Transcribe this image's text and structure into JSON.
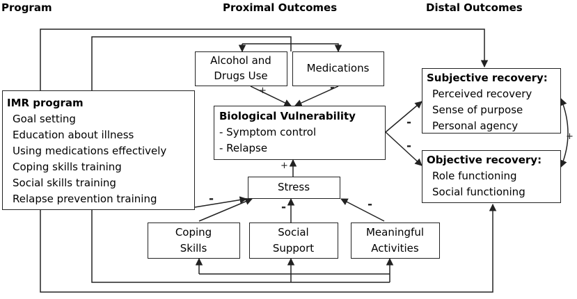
{
  "headers": {
    "program": "Program",
    "proximal": "Proximal Outcomes",
    "distal": "Distal Outcomes"
  },
  "program_box": {
    "title": "IMR program",
    "items": [
      "Goal setting",
      "Education about illness",
      "Using medications effectively",
      "Coping skills  training",
      "Social skills  training",
      "Relapse prevention training"
    ]
  },
  "alcohol": {
    "line1": "Alcohol and",
    "line2": "Drugs Use"
  },
  "medications": {
    "label": "Medications"
  },
  "bio": {
    "title": "Biological Vulnerability",
    "items": [
      "- Symptom control",
      "- Relapse"
    ]
  },
  "stress": {
    "label": "Stress"
  },
  "coping": {
    "line1": "Coping",
    "line2": "Skills"
  },
  "social": {
    "line1": "Social",
    "line2": "Support"
  },
  "meaningful": {
    "line1": "Meaningful",
    "line2": "Activities"
  },
  "subjective": {
    "title": "Subjective recovery:",
    "items": [
      "Perceived recovery",
      "Sense of purpose",
      "Personal agency"
    ]
  },
  "objective": {
    "title": "Objective recovery:",
    "items": [
      "Role  functioning",
      "Social  functioning"
    ]
  },
  "signs": {
    "alcohol_to_bio": "+",
    "meds_to_bio": "-",
    "stress_to_bio": "+",
    "program_to_stress": "-",
    "social_to_stress": "-",
    "meaningful_to_stress": "-",
    "bio_to_subjective": "-",
    "bio_to_objective": "-",
    "subjective_objective": "+"
  }
}
